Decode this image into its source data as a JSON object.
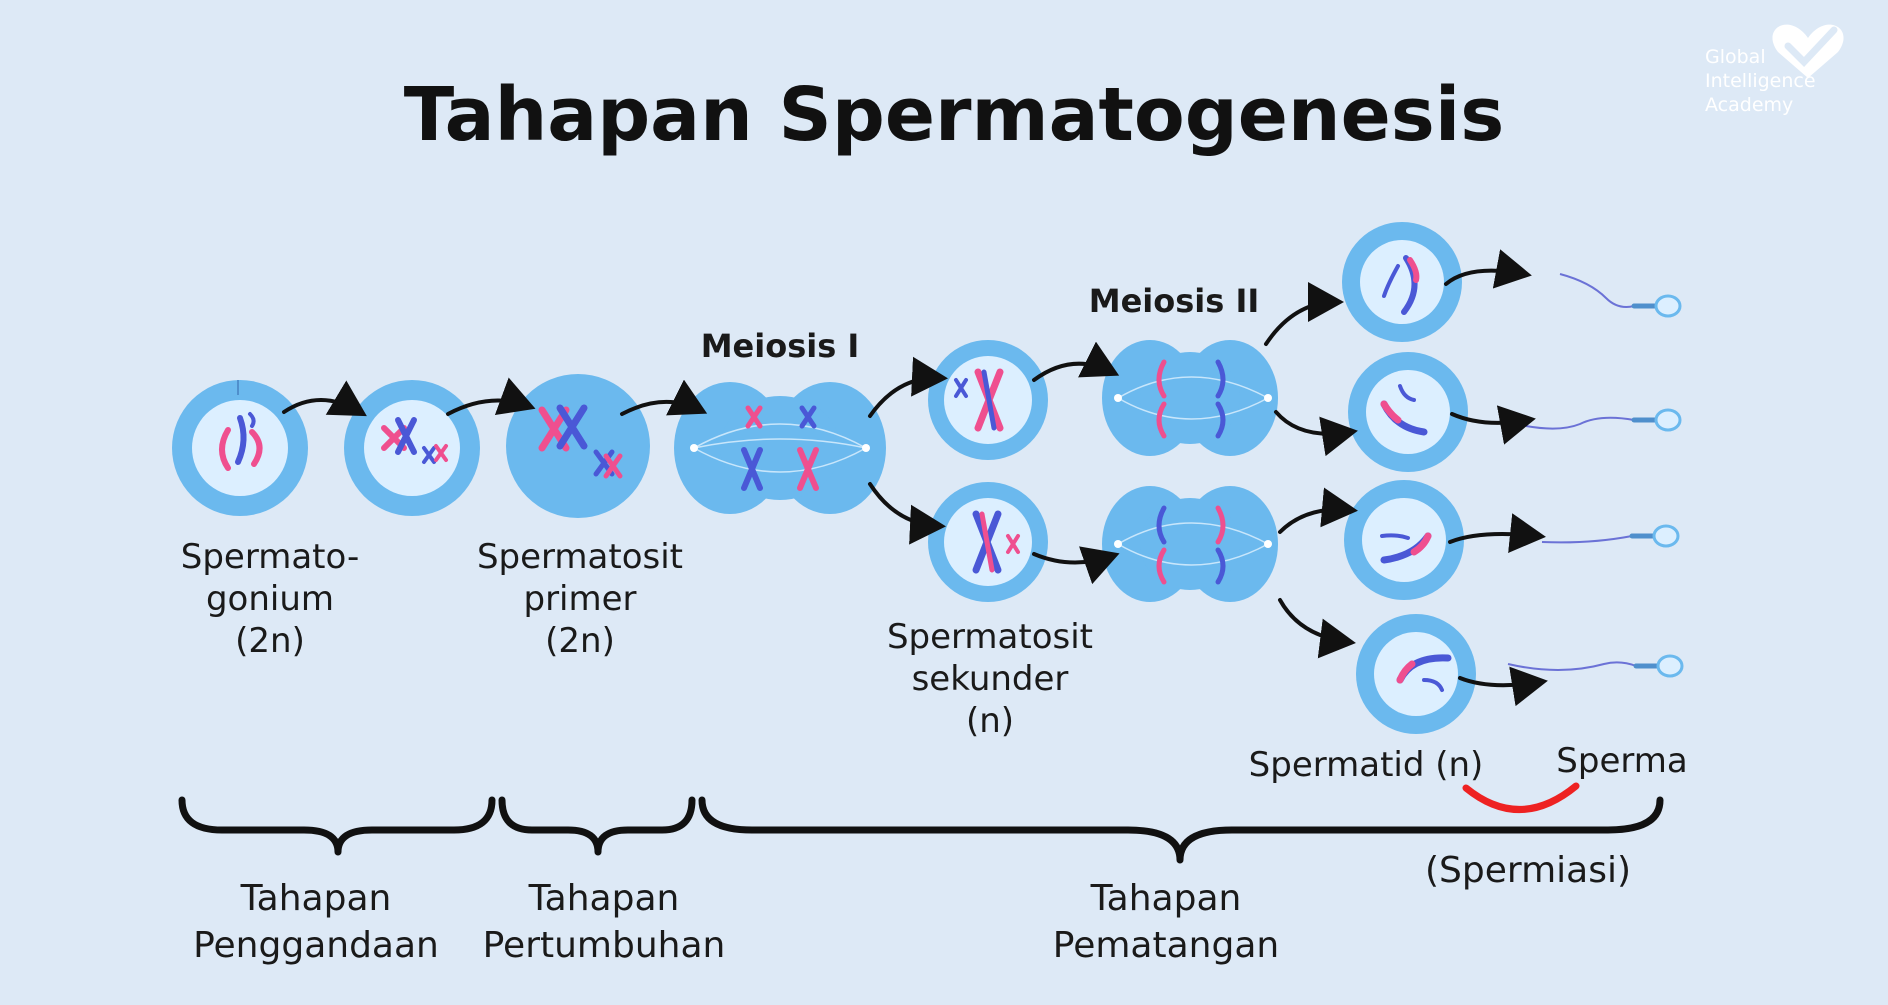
{
  "title": "Tahapan Spermatogenesis",
  "logo": {
    "lines": [
      "Global",
      "Intelligence",
      "Academy"
    ],
    "icon": "heart-icon"
  },
  "cells": {
    "spermatogonium": [
      "Spermato-",
      "gonium",
      "(2n)"
    ],
    "spermatosit_primer": [
      "Spermatosit",
      "primer",
      "(2n)"
    ],
    "spermatosit_sekunder": [
      "Spermatosit",
      "sekunder",
      "(n)"
    ],
    "spermatid": "Spermatid (n)",
    "sperma": "Sperma"
  },
  "phases": {
    "meiosis1": "Meiosis I",
    "meiosis2": "Meiosis II"
  },
  "stages": {
    "penggandaan": [
      "Tahapan",
      "Penggandaan"
    ],
    "pertumbuhan": [
      "Tahapan",
      "Pertumbuhan"
    ],
    "pematangan": [
      "Tahapan",
      "Pematangan"
    ],
    "spermiasi": "(Spermiasi)"
  },
  "colors": {
    "background": "#dde9f6",
    "cell_outer": "#6bb9ee",
    "cell_inner": "#dcefff",
    "chromosome_pink": "#ef4f8f",
    "chromosome_blue": "#4a58d6",
    "arrow": "#111111",
    "spermiasi_arc": "#ee2222"
  }
}
